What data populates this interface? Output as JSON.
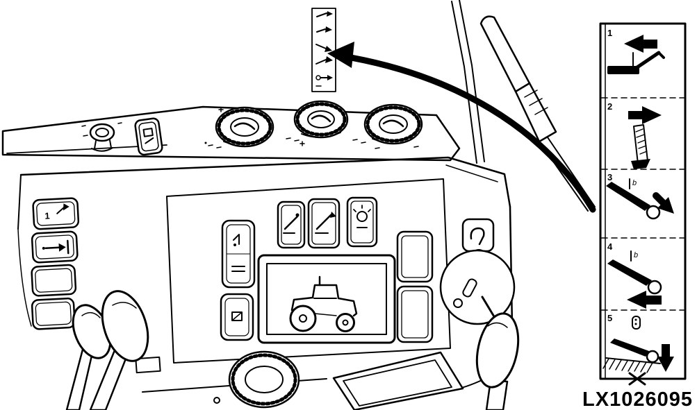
{
  "figure_code": "LX1026095",
  "instruction_panel": {
    "steps": [
      {
        "number": "1",
        "icon": "lever-with-arrow-left-icon",
        "small_label": ""
      },
      {
        "number": "2",
        "icon": "upright-lever-arrow-right-icon",
        "small_label": ""
      },
      {
        "number": "3",
        "icon": "lever-knob-arrow-down-right-icon",
        "small_label": "b"
      },
      {
        "number": "4",
        "icon": "lever-knob-arrow-left-icon",
        "small_label": "b"
      },
      {
        "number": "5",
        "icon": "lever-to-ground-arrow-down-cross-icon",
        "small_label": ""
      }
    ]
  },
  "console": {
    "decal_icon": "control-pattern-decal",
    "display_icon": "tractor-pictogram",
    "left_switch_one_label": "1"
  }
}
